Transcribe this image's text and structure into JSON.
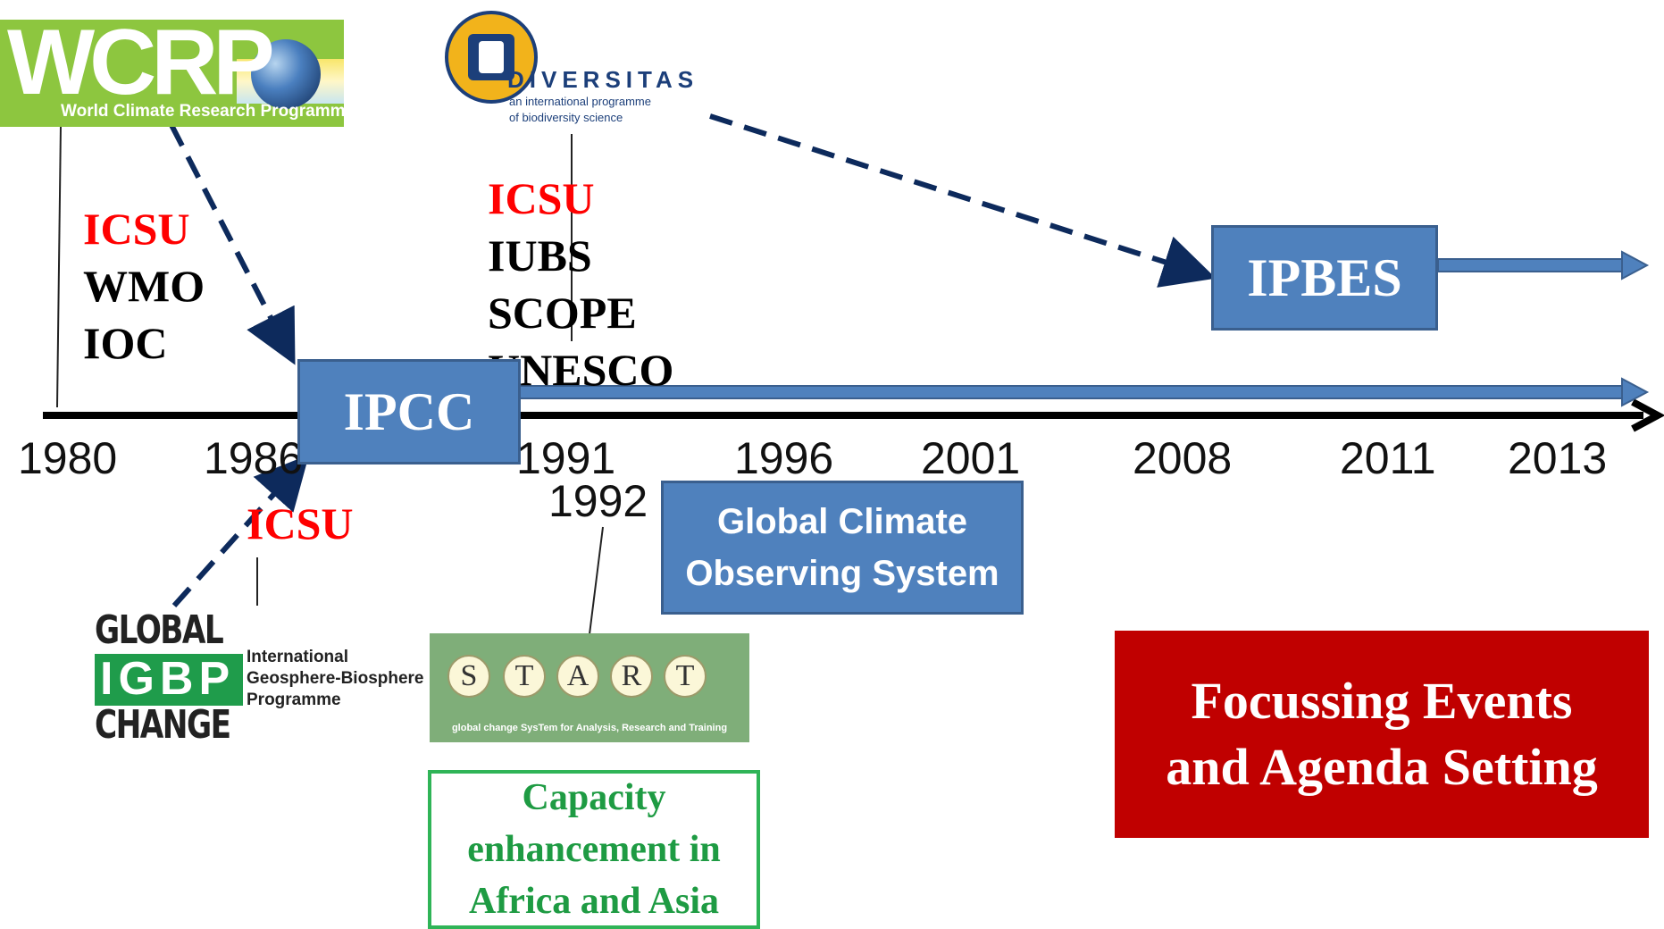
{
  "years": [
    {
      "label": "1980"
    },
    {
      "label": "1986"
    },
    {
      "label": "1991"
    },
    {
      "label": "1992"
    },
    {
      "label": "1996"
    },
    {
      "label": "2001"
    },
    {
      "label": "2008"
    },
    {
      "label": "2011"
    },
    {
      "label": "2013"
    }
  ],
  "wcrp": {
    "text": "WCRP",
    "subtitle": "World Climate Research Programme"
  },
  "diversitas": {
    "name": "DIVERSITAS",
    "line1": "an international programme",
    "line2": "of biodiversity science"
  },
  "wcrp_sponsors": {
    "icsu": "ICSU",
    "wmo": "WMO",
    "ioc": "IOC"
  },
  "diversitas_sponsors": {
    "icsu": "ICSU",
    "iubs": "IUBS",
    "scope": "SCOPE",
    "unesco": "UNESCO"
  },
  "igbp_sponsor": "ICSU",
  "ipcc": "IPCC",
  "ipbes": "IPBES",
  "gcos": {
    "line1": "Global Climate",
    "line2": "Observing System"
  },
  "igbp": {
    "global": "GLOBAL",
    "abbr": "IGBP",
    "change": "CHANGE",
    "desc1": "International",
    "desc2": "Geosphere-Biosphere",
    "desc3": "Programme"
  },
  "start": {
    "letters": [
      "S",
      "T",
      "A",
      "R",
      "T"
    ],
    "tagline": "global change SysTem for Analysis, Research and Training"
  },
  "capacity": {
    "line1": "Capacity",
    "line2": "enhancement in",
    "line3": "Africa and Asia"
  },
  "focussing": {
    "line1": "Focussing Events",
    "line2": "and Agenda Setting"
  },
  "colors": {
    "blue_box": "#4f81bd",
    "dashed_arrow": "#0d2a5c",
    "icsu_red": "#ff0000",
    "green_text": "#1e9b43",
    "red_box": "#c00000"
  }
}
